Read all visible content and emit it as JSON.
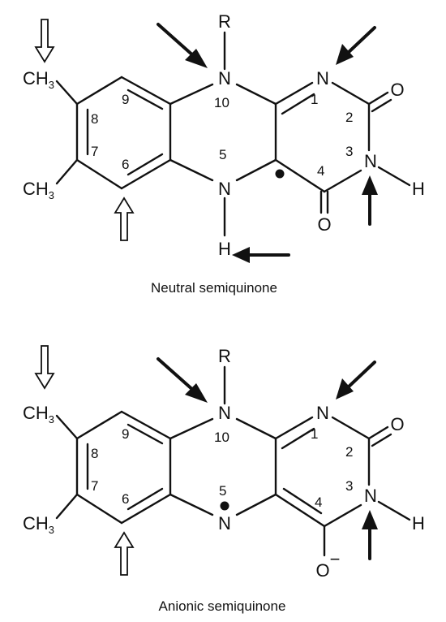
{
  "diagrams": [
    {
      "caption": "Neutral semiquinone",
      "labels": {
        "r": "R",
        "n10": "N",
        "n1": "N",
        "n3": "N",
        "n5": "N",
        "o2": "O",
        "o4": "O",
        "h3": "H",
        "h5": "H",
        "ch3_top": "CH",
        "ch3_bottom": "CH",
        "sub": "3"
      },
      "numbers": [
        "9",
        "8",
        "7",
        "6",
        "10",
        "1",
        "2",
        "3",
        "4",
        "5"
      ]
    },
    {
      "caption": "Anionic semiquinone",
      "labels": {
        "r": "R",
        "n10": "N",
        "n1": "N",
        "n3": "N",
        "n5": "N",
        "o2": "O",
        "o4": "O",
        "charge": "−",
        "h3": "H",
        "ch3_top": "CH",
        "ch3_bottom": "CH",
        "sub": "3"
      },
      "numbers": [
        "9",
        "8",
        "7",
        "6",
        "10",
        "1",
        "2",
        "3",
        "4",
        "5"
      ]
    }
  ]
}
